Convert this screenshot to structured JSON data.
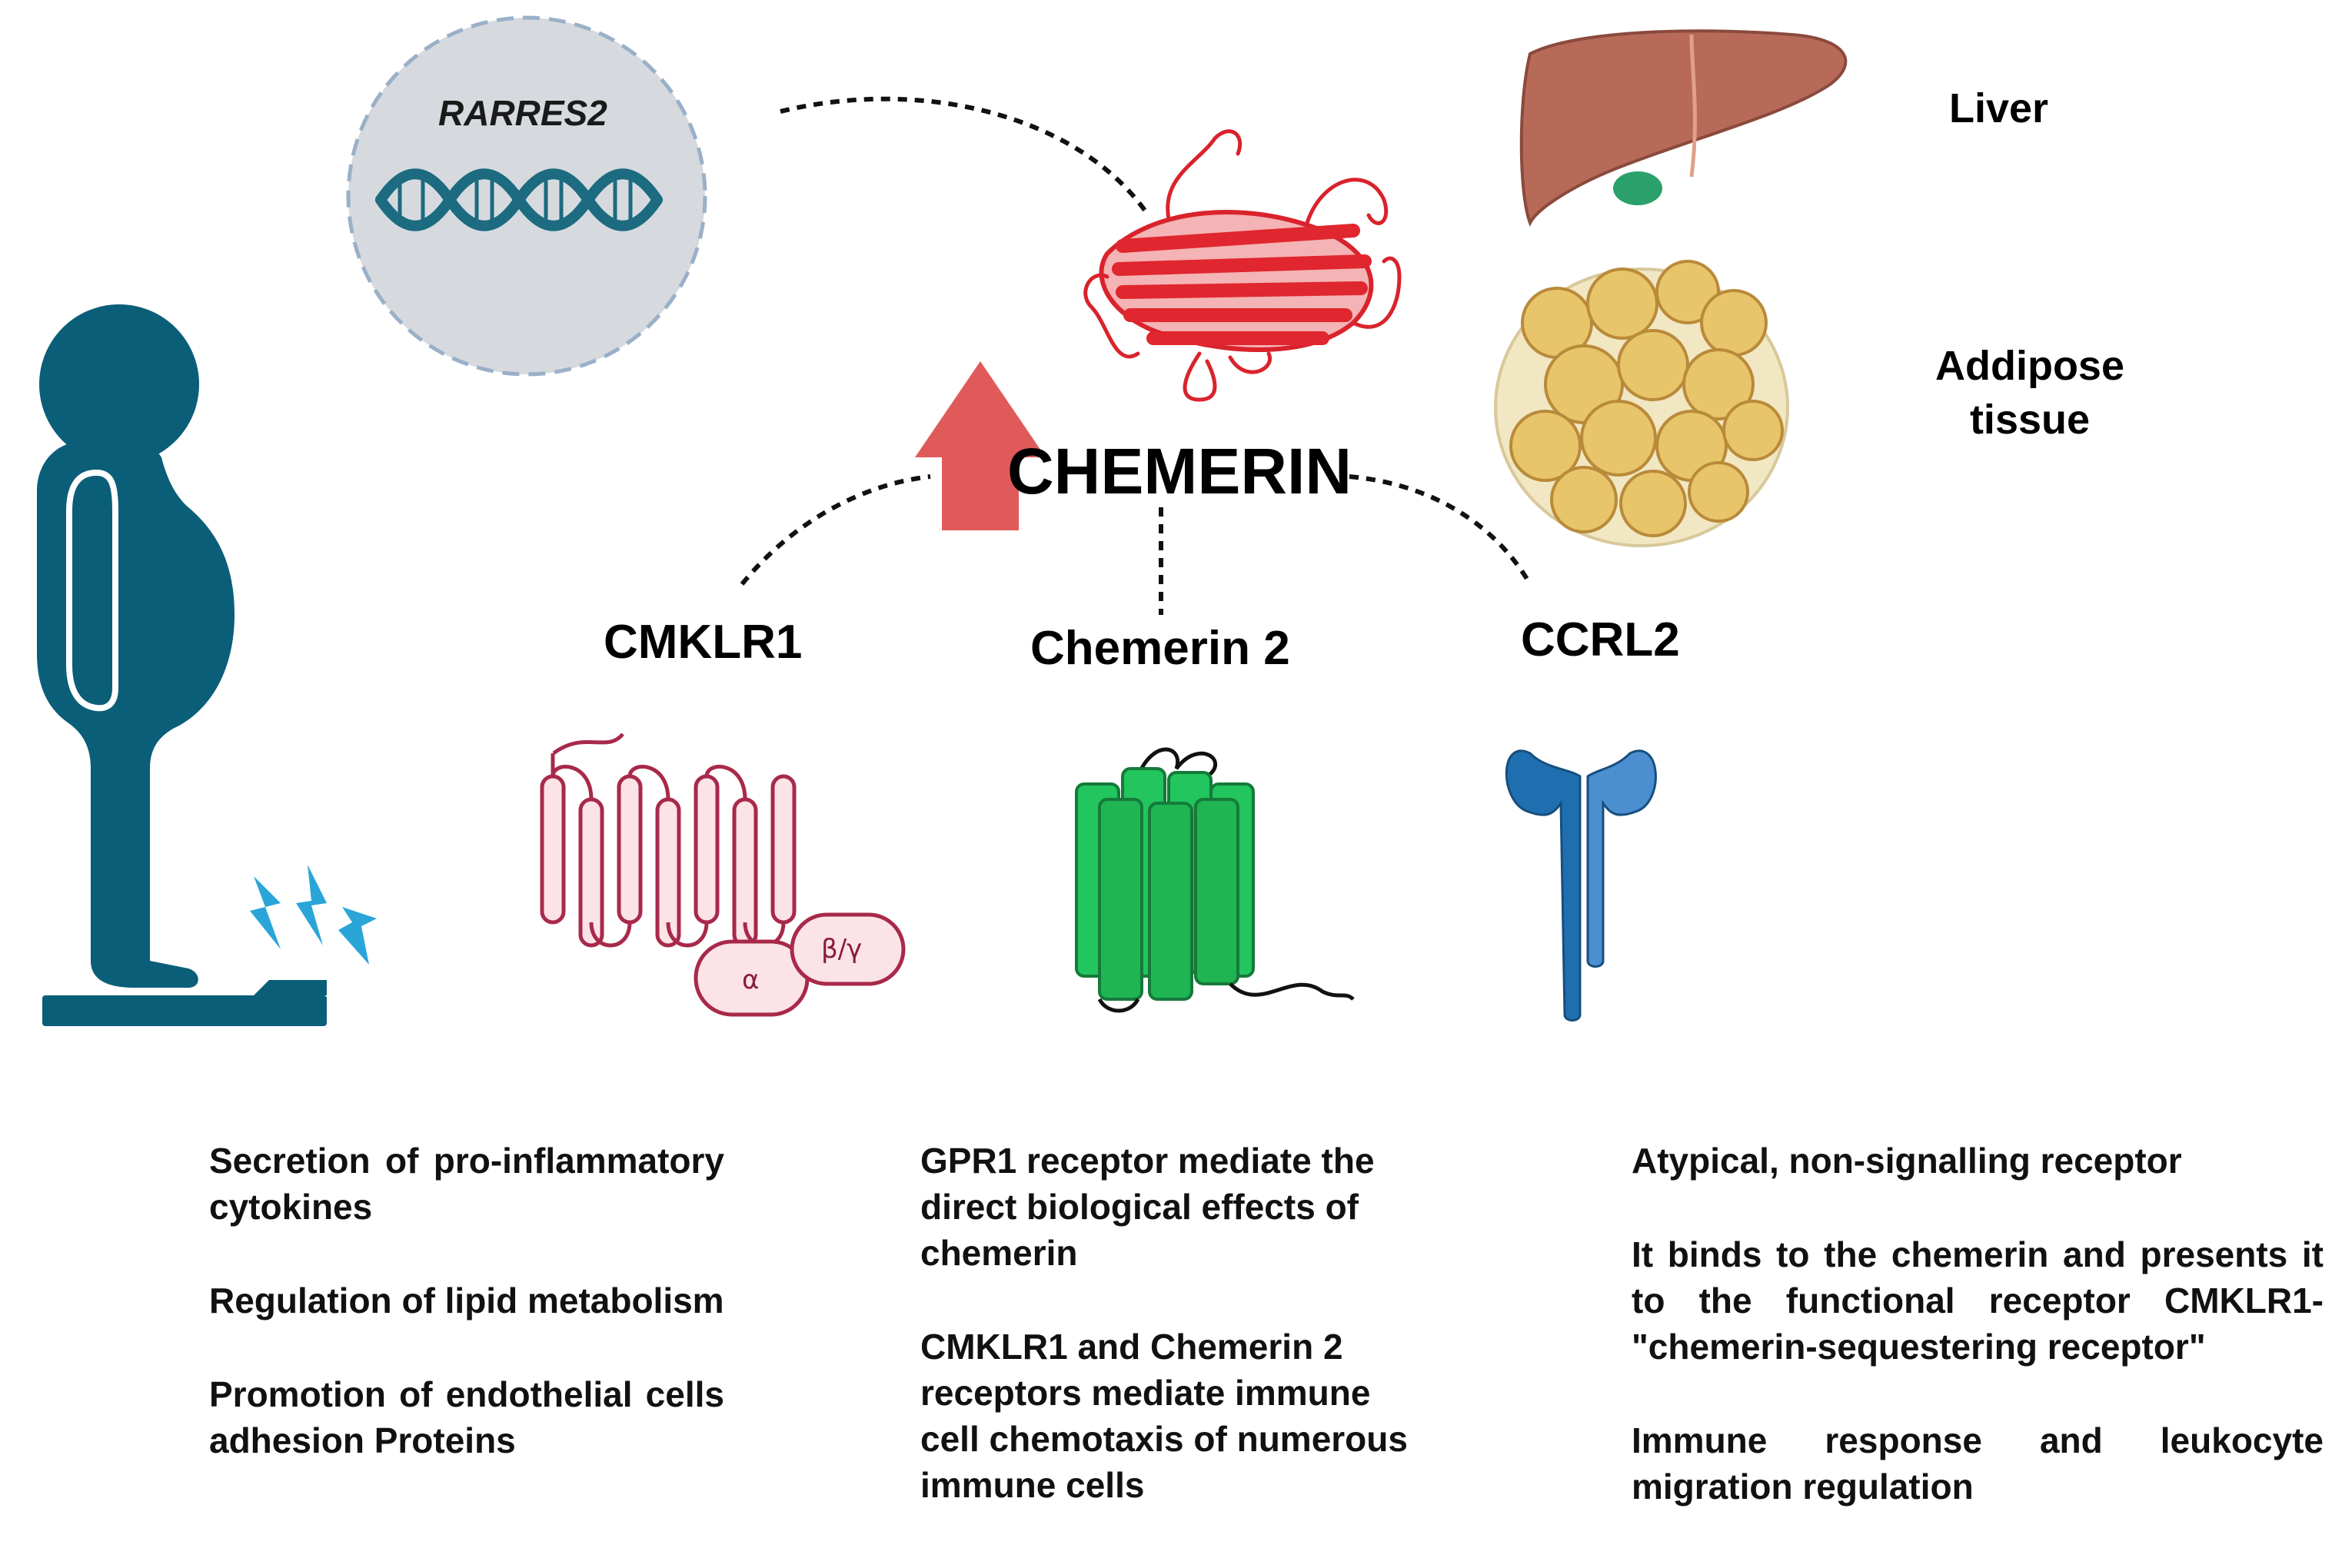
{
  "gene": "RARRES2",
  "center_label": "CHEMERIN",
  "organs": {
    "liver": "Liver",
    "adipose_line1": "Addipose",
    "adipose_line2": "tissue"
  },
  "receptors": {
    "cmklr1": {
      "name": "CMKLR1",
      "g_alpha": "α",
      "g_betagamma": "β/γ"
    },
    "chemerin2": {
      "name": "Chemerin 2"
    },
    "ccrl2": {
      "name": "CCRL2"
    }
  },
  "descriptions": {
    "cmklr1": [
      "Secretion of pro-inflammatory cytokines",
      "Regulation of lipid metabolism",
      "Promotion of endothelial cells adhesion Proteins"
    ],
    "chemerin2": [
      "GPR1 receptor mediate the direct biological effects of chemerin",
      "CMKLR1 and Chemerin 2 receptors  mediate immune cell chemotaxis of numerous immune cells"
    ],
    "ccrl2": [
      "Atypical, non-signalling receptor",
      "It binds to the chemerin and presents it to the functional receptor CMKLR1-\"chemerin-sequestering receptor\"",
      "Immune response and leukocyte migration regulation"
    ]
  },
  "colors": {
    "figure": "#0b5e78",
    "arrow": "#e05a5a",
    "protein": "#e0262e",
    "liver": "#b86a58",
    "fat": "#e8c46a",
    "cmklr1": "#a8294a",
    "chemerin2": "#22c55e",
    "ccrl2": "#1f6fb0",
    "lightning": "#2aa5d8"
  }
}
